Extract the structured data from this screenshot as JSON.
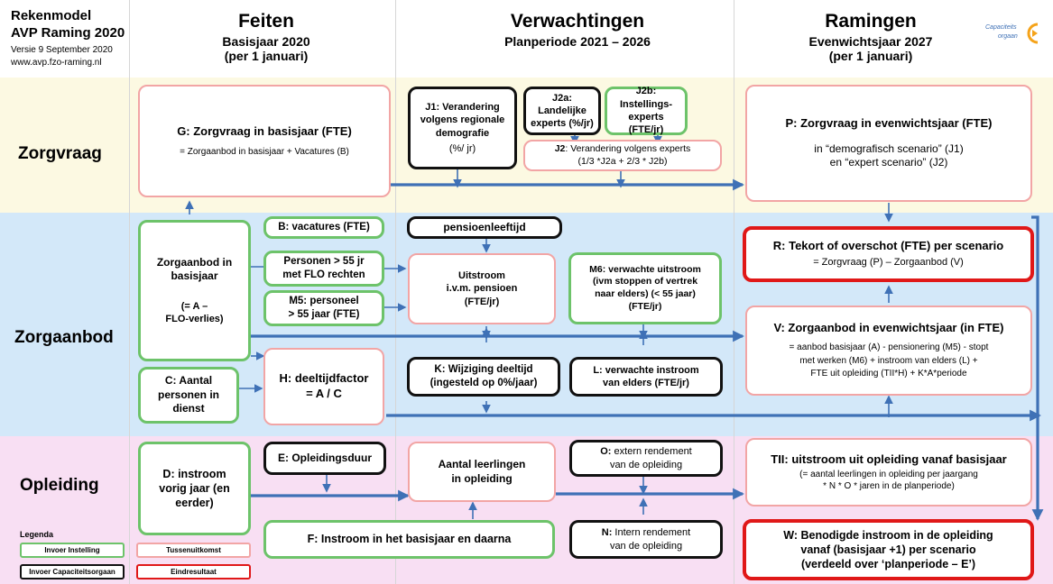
{
  "header": {
    "model_title_1": "Rekenmodel",
    "model_title_2": "AVP Raming 2020",
    "version": "Versie 9 September 2020",
    "website": "www.avp.fzo-raming.nl",
    "feiten_title": "Feiten",
    "feiten_sub1": "Basisjaar 2020",
    "feiten_sub2": "(per 1 januari)",
    "verw_title": "Verwachtingen",
    "verw_sub": "Planperiode 2021 – 2026",
    "ram_title": "Ramingen",
    "ram_sub1": "Evenwichtsjaar 2027",
    "ram_sub2": "(per 1 januari)",
    "logo_text_1": "Capaciteits",
    "logo_text_2": "orgaan"
  },
  "rows": {
    "zorgvraag": "Zorgvraag",
    "zorgaanbod": "Zorgaanbod",
    "opleiding": "Opleiding"
  },
  "boxes": {
    "G_title": "G: Zorgvraag in basisjaar (FTE)",
    "G_desc": "= Zorgaanbod in basisjaar + Vacatures (B)",
    "J1_1": "J1: Verandering",
    "J1_2": "volgens regionale",
    "J1_3": "demografie",
    "J1_4": "(%/ jr)",
    "J2a_1a": "J2a",
    "J2a_1b": ": Landelijke",
    "J2a_2": "experts (%/jr)",
    "J2b_1": "J2b: Instellings-",
    "J2b_2": "experts (FTE/jr)",
    "J2_1a": "J2",
    "J2_1b": ": Verandering volgens experts",
    "J2_2": "(1/3 *J2a + 2/3 * J2b)",
    "P_title": "P: Zorgvraag in evenwichtsjaar (FTE)",
    "P_line1": "in “demografisch scenario” (J1)",
    "P_line2": "en “expert scenario” (J2)",
    "B": "B: vacatures (FTE)",
    "pensioen": "pensioenleeftijd",
    "R_title": "R: Tekort of overschot (FTE) per scenario",
    "R_desc": "= Zorgvraag (P) – Zorgaanbod (V)",
    "ZA_1": "Zorgaanbod in",
    "ZA_2": "basisjaar",
    "ZA_3": "(= A –",
    "ZA_4": "FLO-verlies)",
    "FLO_1": "Personen > 55 jr",
    "FLO_2": "met FLO rechten",
    "M5_1": "M5: personeel",
    "M5_2": "> 55 jaar (FTE)",
    "U_1": "Uitstroom",
    "U_2": "i.v.m. pensioen",
    "U_3": "(FTE/jr)",
    "M6_1a": "M6:",
    "M6_1b": " verwachte uitstroom",
    "M6_2": "(ivm stoppen of  vertrek",
    "M6_3": "naar elders)   (< 55 jaar)",
    "M6_4": "(FTE/jr)",
    "V_title": "V: Zorgaanbod in evenwichtsjaar (in FTE)",
    "V_1": "= aanbod basisjaar (A) - pensionering (M5) - stopt",
    "V_2": "met werken (M6) + instroom van elders (L) +",
    "V_3": "FTE uit opleiding (TII*H) + K*A*periode",
    "C_1": "C:  Aantal",
    "C_2": "personen in",
    "C_3": "dienst",
    "H_1": "H: deeltijdfactor",
    "H_2": "= A / C",
    "K_1": "K: Wijziging deeltijd",
    "K_2": "(ingesteld op 0%/jaar)",
    "L_1": "L: verwachte instroom",
    "L_2": "van elders (FTE/jr)",
    "D_1": "D: instroom",
    "D_2": "vorig jaar (en",
    "D_3": "eerder)",
    "E": "E: Opleidingsduur",
    "AL_1": "Aantal leerlingen",
    "AL_2": "in opleiding",
    "O_1a": "O:",
    "O_1b": " extern rendement",
    "O_2": "van de opleiding",
    "TII_title": "TII: uitstroom uit opleiding vanaf basisjaar",
    "TII_1": "(= aantal leerlingen in opleiding per jaargang",
    "TII_2": "* N * O * jaren in de planperiode)",
    "F": "F: Instroom in het basisjaar en daarna",
    "N_1a": "N:",
    "N_1b": " Intern rendement",
    "N_2": "van de opleiding",
    "W_1": "W: Benodigde instroom in de opleiding",
    "W_2": "vanaf (basisjaar +1) per scenario",
    "W_3": "(verdeeld over ‘planperiode – E’)"
  },
  "legend": {
    "title": "Legenda",
    "green": "Invoer Instelling",
    "pink": "Tussenuitkomst",
    "black": "Invoer Capaciteitsorgaan",
    "red": "Eindresultaat"
  },
  "colors": {
    "zorgvraag_band": "#fcf9e2",
    "zorgaanbod_band": "#d3e8f9",
    "opleiding_band": "#f8dff3",
    "arrow": "#3f71b6",
    "green_border": "#6dc36a",
    "pink_border": "#f2a5a5",
    "black_border": "#111111",
    "red_border": "#e01818"
  }
}
